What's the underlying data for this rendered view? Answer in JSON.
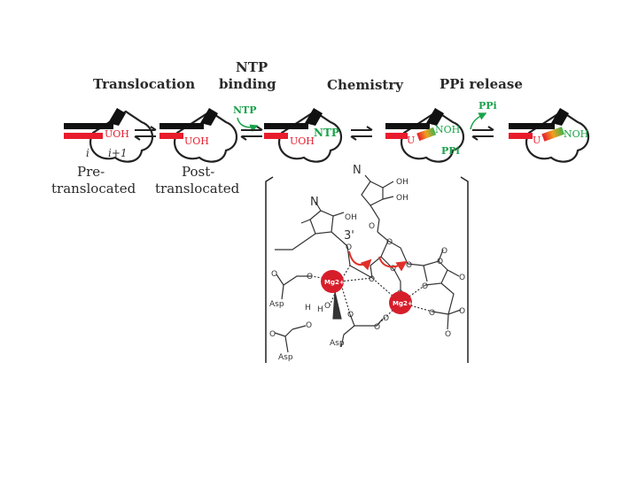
{
  "steps": {
    "translocation": "Translocation",
    "ntp_binding_1": "NTP",
    "ntp_binding_2": "binding",
    "chemistry": "Chemistry",
    "ppi_release": "PPi release"
  },
  "states": {
    "pre_1": "Pre-",
    "pre_2": "translocated",
    "post_1": "Post-",
    "post_2": "translocated",
    "i": "i",
    "i_plus_1": "i+1"
  },
  "labels": {
    "uoh": "UOH",
    "u": "U",
    "ntp": "NTP",
    "noh": "NOH",
    "ppi": "PPi"
  },
  "mechanism": {
    "n": "N",
    "oh": "OH",
    "three_prime": "3'",
    "o": "O",
    "asp": "Asp",
    "mg": "Mg2+",
    "h": "H"
  },
  "colors": {
    "rna_red": "#e81c2c",
    "ntp_green": "#1aa34a",
    "gradient_orange": "#f0a020",
    "mg_red": "#d61e2b",
    "arrow_red": "#e0302a"
  }
}
